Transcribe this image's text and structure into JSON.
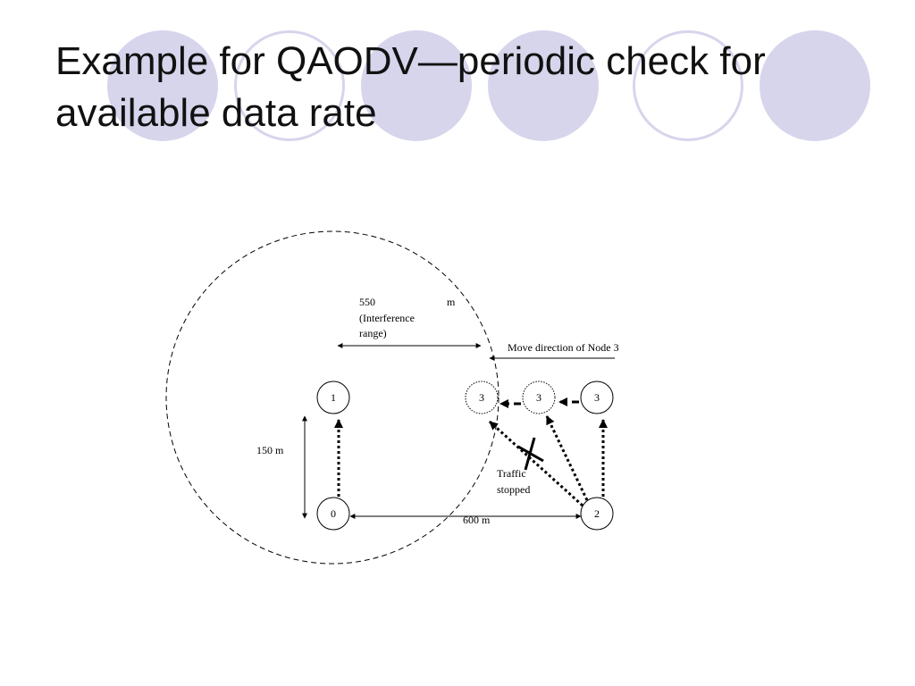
{
  "slide": {
    "title_line1": "Example for QAODV—periodic check for",
    "title_line2": "available data rate"
  },
  "diagram": {
    "range_value": "550",
    "range_unit": "m",
    "range_caption_1": "(Interference",
    "range_caption_2": "range)",
    "move_label": "Move direction of Node 3",
    "vertical_distance": "150 m",
    "horizontal_distance": "600 m",
    "traffic_1": "Traffic",
    "traffic_2": "stopped",
    "nodes": {
      "node0": "0",
      "node1": "1",
      "node2": "2",
      "node3_new": "3",
      "node3_mid": "3",
      "node3_old": "3"
    }
  },
  "colors": {
    "decor_circle": "#d6d5ec",
    "title_text": "#111111",
    "diagram_ink": "#000000"
  }
}
